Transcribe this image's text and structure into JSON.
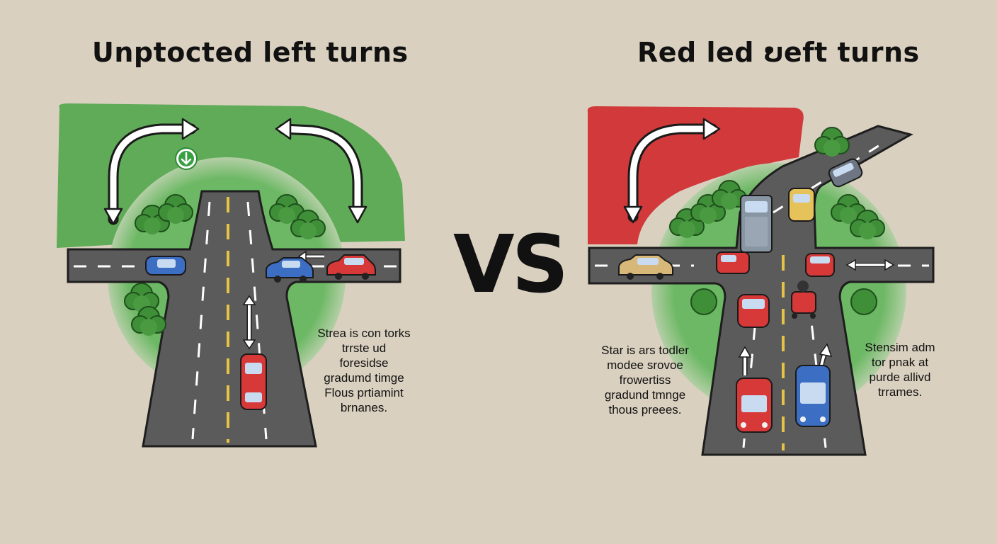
{
  "left_panel": {
    "title": "Unptocted left turns",
    "signal_icon": "green-down-arrow-icon",
    "note_lines": [
      "Strea is con torks",
      "trrste ud",
      "foresidse",
      "gradumd timge",
      "Flous prtiamint",
      "brnanes."
    ],
    "colors": {
      "backdrop": "#5fab57",
      "road": "#5b5b5b",
      "accent": "#5fab57"
    }
  },
  "separator": {
    "text": "VS"
  },
  "right_panel": {
    "title": "Red led ບeft turns",
    "note_left_lines": [
      "Star is ars todler",
      "modee srovoe",
      "frowertiss",
      "gradund tmnge",
      "thous preees."
    ],
    "note_right_lines": [
      "Stensim adm",
      "tor pnak at",
      "purde allivd",
      "trrames."
    ],
    "colors": {
      "backdrop": "#d2393a",
      "road": "#5b5b5b"
    }
  },
  "colors": {
    "background": "#d9d0bf",
    "text": "#111111"
  }
}
